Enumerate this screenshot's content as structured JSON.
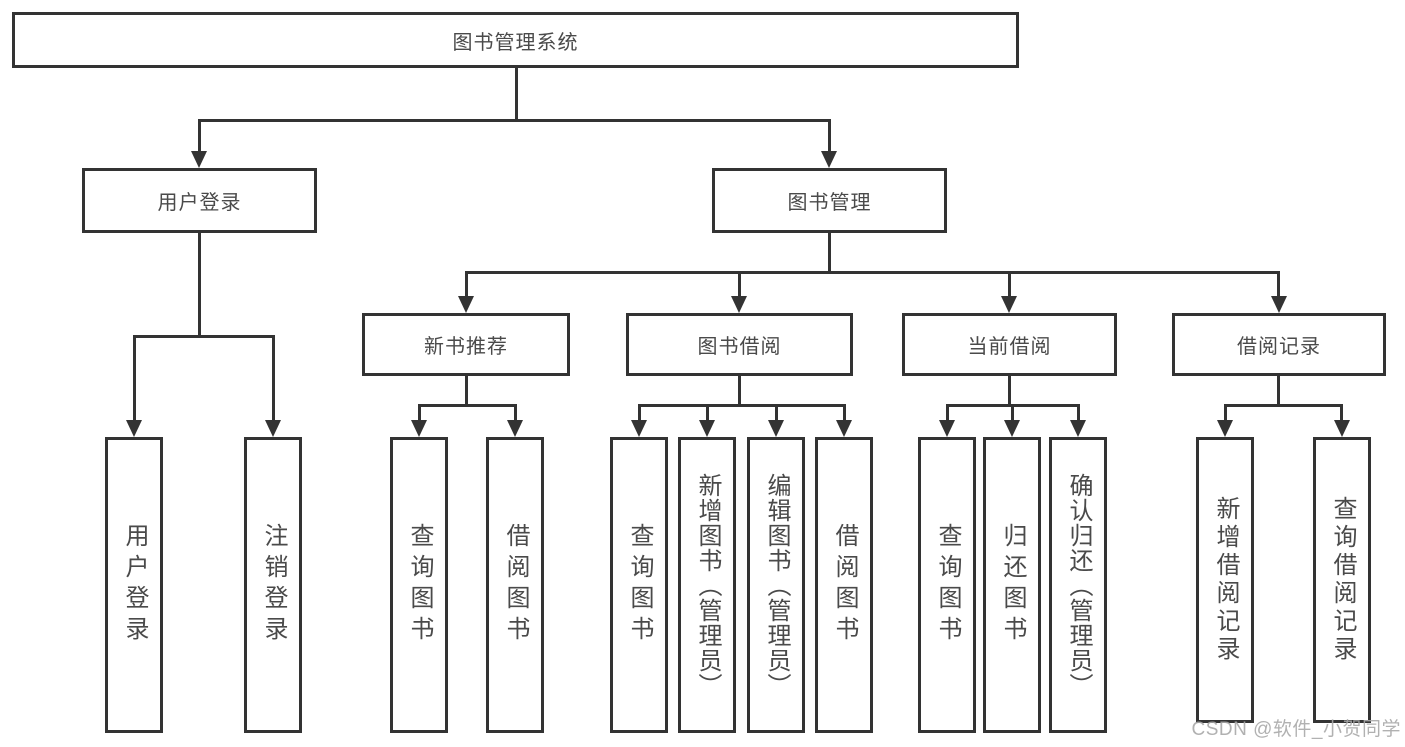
{
  "root": {
    "label": "图书管理系统"
  },
  "user_login": {
    "label": "用户登录",
    "children": [
      {
        "label": "用户登录"
      },
      {
        "label": "注销登录"
      }
    ]
  },
  "book_management": {
    "label": "图书管理",
    "sections": [
      {
        "label": "新书推荐",
        "children": [
          {
            "label": "查询图书"
          },
          {
            "label": "借阅图书"
          }
        ]
      },
      {
        "label": "图书借阅",
        "children": [
          {
            "label": "查询图书"
          },
          {
            "label": "新增图书（管理员）"
          },
          {
            "label": "编辑图书（管理员）"
          },
          {
            "label": "借阅图书"
          }
        ]
      },
      {
        "label": "当前借阅",
        "children": [
          {
            "label": "查询图书"
          },
          {
            "label": "归还图书"
          },
          {
            "label": "确认归还（管理员）"
          }
        ]
      },
      {
        "label": "借阅记录",
        "children": [
          {
            "label": "新增借阅记录"
          },
          {
            "label": "查询借阅记录"
          }
        ]
      }
    ]
  },
  "watermark": {
    "text": "CSDN @软件_小贺同学"
  },
  "colors": {
    "line": "#333333",
    "text": "#4a4a4a",
    "watermark": "#a8a8a8",
    "background": "#ffffff"
  }
}
